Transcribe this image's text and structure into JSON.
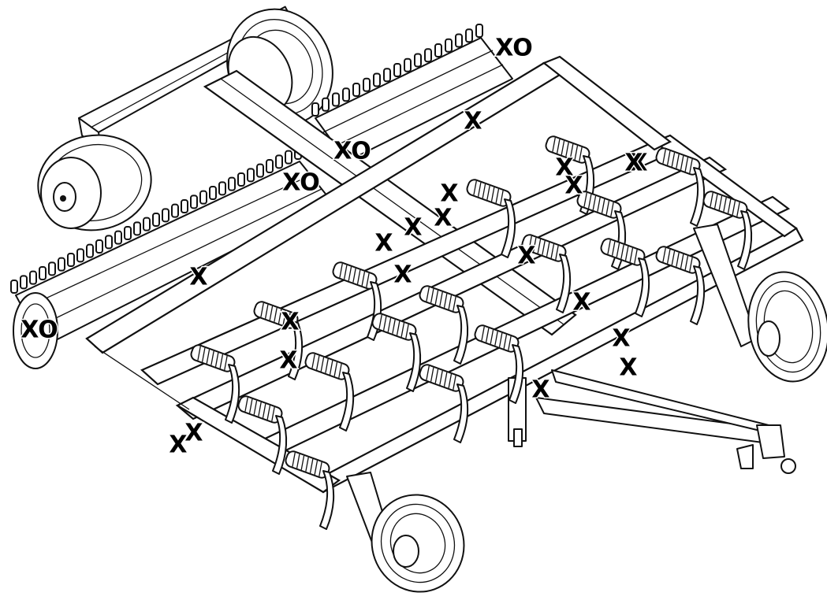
{
  "markers": [
    {
      "label": "XO"
    },
    {
      "label": "X"
    },
    {
      "label": "XO"
    },
    {
      "label": "XO"
    },
    {
      "label": "X"
    },
    {
      "label": "X"
    },
    {
      "label": "X"
    },
    {
      "label": "X"
    },
    {
      "label": "X"
    },
    {
      "label": "X"
    },
    {
      "label": "X"
    },
    {
      "label": "X"
    },
    {
      "label": "X"
    },
    {
      "label": "X"
    },
    {
      "label": "X"
    },
    {
      "label": "X"
    },
    {
      "label": "X"
    },
    {
      "label": "X"
    },
    {
      "label": "X"
    },
    {
      "label": "X"
    },
    {
      "label": "X"
    },
    {
      "label": "X"
    },
    {
      "label": "X"
    },
    {
      "label": "XO"
    }
  ]
}
